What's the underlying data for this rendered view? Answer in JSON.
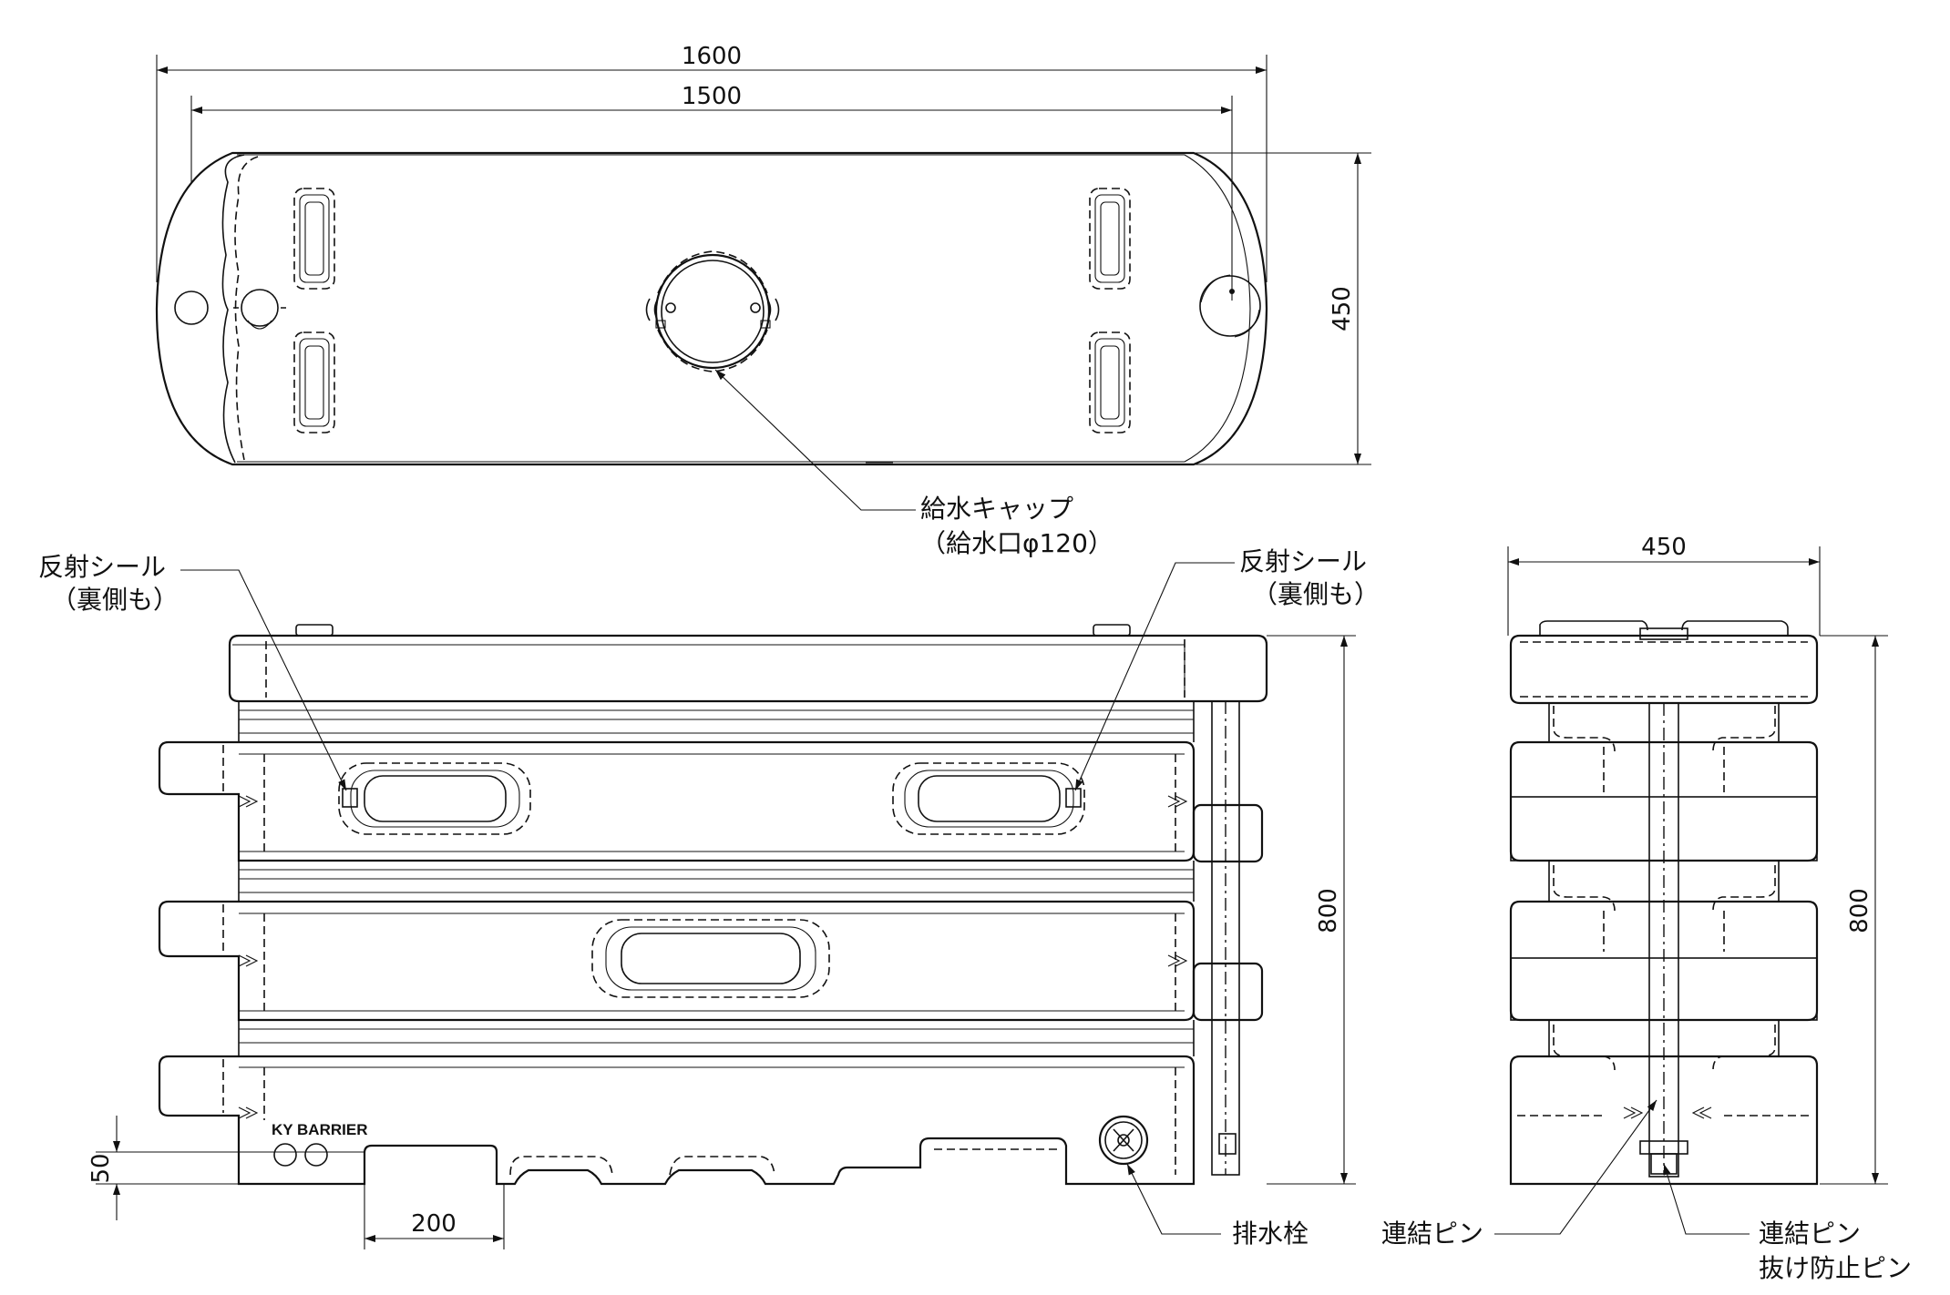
{
  "dimensions": {
    "top_overall_width": "1600",
    "top_inner_width": "1500",
    "top_depth": "450",
    "front_height": "800",
    "foot_height": "50",
    "foot_width": "200",
    "side_width": "450",
    "side_height": "800"
  },
  "labels": {
    "supply_cap": "給水キャップ",
    "supply_cap_note": "（給水口φ120）",
    "reflect_seal_left": "反射シール",
    "reflect_seal_left_note": "（裏側も）",
    "reflect_seal_right": "反射シール",
    "reflect_seal_right_note": "（裏側も）",
    "drain_plug": "排水栓",
    "connect_pin": "連結ピン",
    "connect_pin_stopper_1": "連結ピン",
    "connect_pin_stopper_2": "抜け防止ピン"
  },
  "brand": {
    "logo_text": "KY BARRIER"
  },
  "colors": {
    "line": "#111111",
    "background": "#ffffff"
  }
}
